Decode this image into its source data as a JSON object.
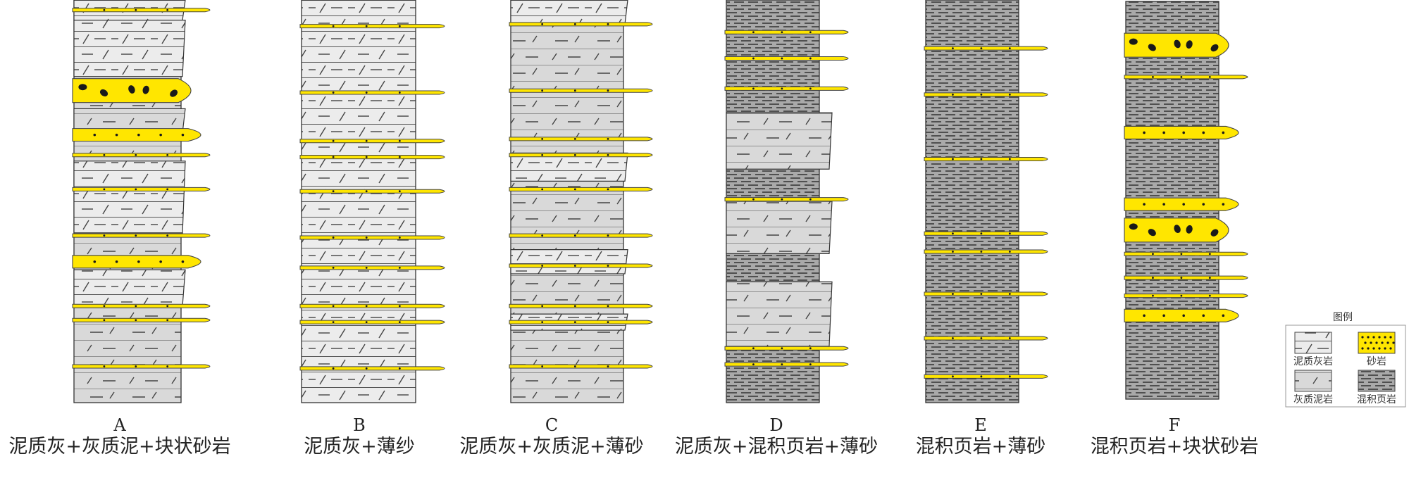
{
  "colors": {
    "marly_limestone": "#ececec",
    "calcareous_mudstone": "#d9d9d9",
    "mixed_shale": "#a9a9a9",
    "sandstone": "#ffe600",
    "line": "#333333",
    "clast": "#1a1a1a"
  },
  "columns": [
    {
      "letter": "A",
      "caption": "泥质灰+灰质泥+块状砂岩",
      "sand_beds": [
        {
          "pos": 0.025,
          "kind": "thin"
        },
        {
          "pos": 0.225,
          "kind": "massive"
        },
        {
          "pos": 0.335,
          "kind": "thick"
        },
        {
          "pos": 0.385,
          "kind": "thin"
        },
        {
          "pos": 0.47,
          "kind": "thin"
        },
        {
          "pos": 0.585,
          "kind": "thin"
        },
        {
          "pos": 0.65,
          "kind": "thick"
        },
        {
          "pos": 0.76,
          "kind": "thin"
        },
        {
          "pos": 0.795,
          "kind": "thin"
        },
        {
          "pos": 0.91,
          "kind": "thin"
        }
      ]
    },
    {
      "letter": "B",
      "caption": "泥质灰+薄纱",
      "sand_beds": [
        {
          "pos": 0.065,
          "kind": "thin"
        },
        {
          "pos": 0.23,
          "kind": "thin"
        },
        {
          "pos": 0.35,
          "kind": "thin"
        },
        {
          "pos": 0.39,
          "kind": "thin"
        },
        {
          "pos": 0.475,
          "kind": "thin"
        },
        {
          "pos": 0.59,
          "kind": "thin"
        },
        {
          "pos": 0.665,
          "kind": "thin"
        },
        {
          "pos": 0.76,
          "kind": "thin"
        },
        {
          "pos": 0.8,
          "kind": "thin"
        },
        {
          "pos": 0.915,
          "kind": "thin"
        }
      ]
    },
    {
      "letter": "C",
      "caption": "泥质灰+灰质泥+薄砂",
      "sand_beds": [
        {
          "pos": 0.06,
          "kind": "thin"
        },
        {
          "pos": 0.225,
          "kind": "thin"
        },
        {
          "pos": 0.345,
          "kind": "thin"
        },
        {
          "pos": 0.385,
          "kind": "thin"
        },
        {
          "pos": 0.47,
          "kind": "thin"
        },
        {
          "pos": 0.585,
          "kind": "thin"
        },
        {
          "pos": 0.66,
          "kind": "thin"
        },
        {
          "pos": 0.76,
          "kind": "thin"
        },
        {
          "pos": 0.8,
          "kind": "thin"
        },
        {
          "pos": 0.91,
          "kind": "thin"
        }
      ]
    },
    {
      "letter": "D",
      "caption": "泥质灰+混积页岩+薄砂",
      "sand_beds": [
        {
          "pos": 0.08,
          "kind": "thin"
        },
        {
          "pos": 0.145,
          "kind": "thin"
        },
        {
          "pos": 0.22,
          "kind": "thin"
        },
        {
          "pos": 0.495,
          "kind": "thin"
        },
        {
          "pos": 0.865,
          "kind": "thin"
        },
        {
          "pos": 0.905,
          "kind": "thin"
        }
      ]
    },
    {
      "letter": "E",
      "caption": "混积页岩+薄砂",
      "sand_beds": [
        {
          "pos": 0.12,
          "kind": "thin"
        },
        {
          "pos": 0.235,
          "kind": "thin"
        },
        {
          "pos": 0.395,
          "kind": "thin"
        },
        {
          "pos": 0.58,
          "kind": "thin"
        },
        {
          "pos": 0.625,
          "kind": "thin"
        },
        {
          "pos": 0.73,
          "kind": "thin"
        },
        {
          "pos": 0.84,
          "kind": "thin"
        },
        {
          "pos": 0.935,
          "kind": "thin"
        }
      ]
    },
    {
      "letter": "F",
      "caption": "混积页岩+块状砂岩",
      "sand_beds": [
        {
          "pos": 0.11,
          "kind": "massive"
        },
        {
          "pos": 0.19,
          "kind": "thin"
        },
        {
          "pos": 0.33,
          "kind": "thick"
        },
        {
          "pos": 0.51,
          "kind": "thick"
        },
        {
          "pos": 0.575,
          "kind": "massive"
        },
        {
          "pos": 0.635,
          "kind": "thin"
        },
        {
          "pos": 0.695,
          "kind": "thin"
        },
        {
          "pos": 0.74,
          "kind": "thin"
        },
        {
          "pos": 0.79,
          "kind": "thick"
        }
      ]
    }
  ],
  "legend": {
    "title": "图例",
    "items": [
      {
        "label": "泥质灰岩",
        "pattern": "marly_limestone"
      },
      {
        "label": "砂岩",
        "pattern": "sandstone"
      },
      {
        "label": "灰质泥岩",
        "pattern": "calcareous_mudstone"
      },
      {
        "label": "混积页岩",
        "pattern": "mixed_shale"
      }
    ]
  }
}
